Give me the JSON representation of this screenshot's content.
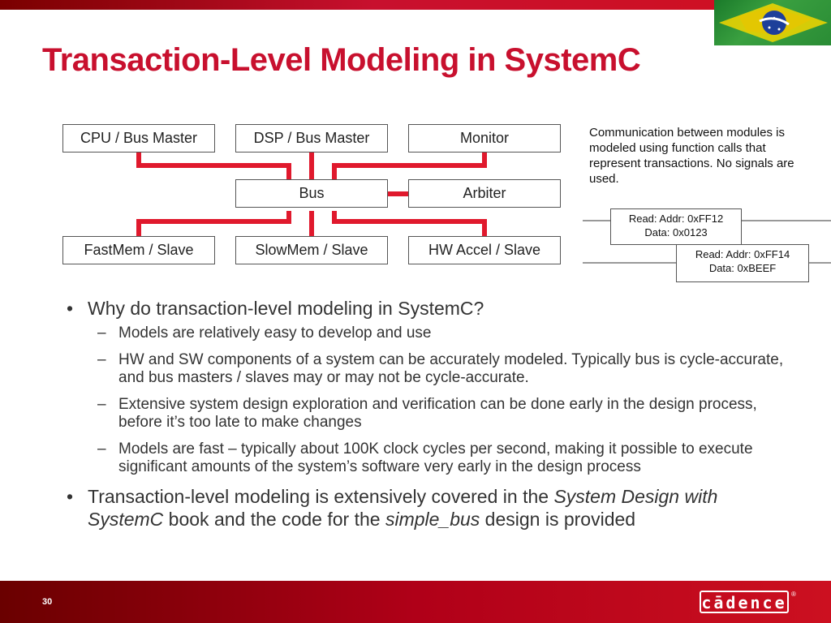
{
  "slide": {
    "title": "Transaction-Level Modeling in SystemC",
    "page_number": "30"
  },
  "diagram": {
    "boxes": {
      "cpu": "CPU / Bus Master",
      "dsp": "DSP / Bus Master",
      "monitor": "Monitor",
      "bus": "Bus",
      "arbiter": "Arbiter",
      "fastmem": "FastMem / Slave",
      "slowmem": "SlowMem / Slave",
      "hwaccel": "HW Accel / Slave"
    },
    "note": "Communication between modules is modeled using function calls that represent transactions. No signals are used.",
    "transactions": [
      {
        "line1": "Read:  Addr: 0xFF12",
        "line2": "Data: 0x0123"
      },
      {
        "line1": "Read:  Addr: 0xFF14",
        "line2": "Data: 0xBEEF"
      }
    ],
    "connector_color": "#e0192d"
  },
  "bullets": {
    "b1": {
      "mark": "•",
      "text": "Why do transaction-level modeling in SystemC?"
    },
    "subs": [
      {
        "mark": "–",
        "text": "Models are relatively easy to develop and use"
      },
      {
        "mark": "–",
        "text": "HW and SW components of a system can be accurately modeled. Typically bus is cycle-accurate, and bus masters / slaves may or may not be cycle-accurate."
      },
      {
        "mark": "–",
        "text": "Extensive system design exploration and verification can be done early in the design process, before it’s too late to make changes"
      },
      {
        "mark": "–",
        "text": "Models are fast – typically about 100K clock cycles per second, making it possible to execute significant amounts of the system’s software very early in the design process"
      }
    ],
    "b2": {
      "mark": "•",
      "t1": "Transaction-level modeling is extensively covered in the ",
      "em1": "System Design with SystemC",
      "t2": " book and the code for the ",
      "em2": "simple_bus",
      "t3": " design is provided"
    }
  },
  "footer": {
    "brand": "cādence",
    "reg": "®"
  },
  "colors": {
    "title": "#c8102e",
    "accent_red": "#e0192d",
    "footer_red": "#b00018"
  }
}
